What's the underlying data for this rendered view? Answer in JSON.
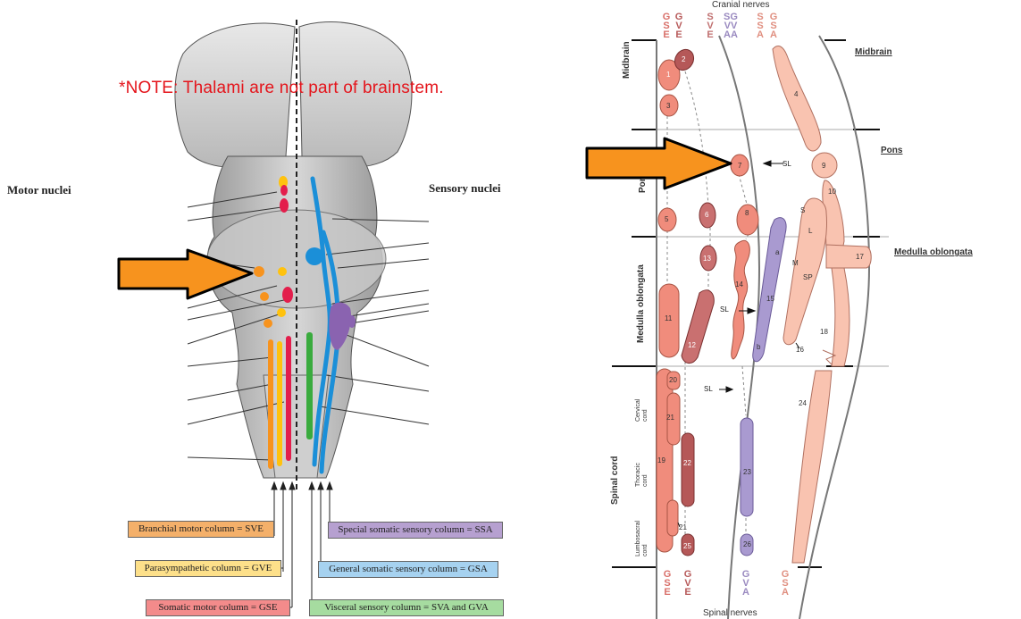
{
  "note_text": "*NOTE: Thalami are not part of brainstem.",
  "left_panel": {
    "motor_title": "Motor nuclei",
    "sensory_title": "Sensory nuclei",
    "legend": [
      {
        "label": "Branchial motor column = SVE",
        "color": "#f4b06a"
      },
      {
        "label": "Parasympathetic column = GVE",
        "color": "#fde08a"
      },
      {
        "label": "Somatic motor column = GSE",
        "color": "#f38b8b"
      },
      {
        "label": "Special somatic sensory column = SSA",
        "color": "#b6a0d0"
      },
      {
        "label": "General somatic sensory column = GSA",
        "color": "#a6d2f0"
      },
      {
        "label": "Visceral sensory column = SVA and GVA",
        "color": "#a6dca0"
      }
    ],
    "colors": {
      "sve": "#f7931e",
      "gve": "#ffc20e",
      "gse": "#e31e4c",
      "ssa": "#8a63b0",
      "gsa": "#1b8fd8",
      "visceral": "#3aab3e"
    }
  },
  "right_panel": {
    "top_title": "Cranial nerves",
    "bottom_title": "Spinal nerves",
    "top_columns": [
      {
        "letters": [
          "G",
          "S",
          "E"
        ],
        "color": "#d9706a"
      },
      {
        "letters": [
          "G",
          "V",
          "E"
        ],
        "color": "#b75a5a"
      },
      {
        "letters": [
          "S",
          "V",
          "E"
        ],
        "color": "#c07070"
      },
      {
        "letters": [
          "SG",
          "VV",
          "AA"
        ],
        "color": "#9a8ac0"
      },
      {
        "letters": [
          "S",
          "S",
          "A"
        ],
        "color": "#e08f80"
      },
      {
        "letters": [
          "G",
          "S",
          "A"
        ],
        "color": "#e08f80"
      }
    ],
    "bottom_columns": [
      {
        "letters": [
          "G",
          "S",
          "E"
        ],
        "color": "#d9706a"
      },
      {
        "letters": [
          "G",
          "V",
          "E"
        ],
        "color": "#b75a5a"
      },
      {
        "letters": [
          "G",
          "V",
          "A"
        ],
        "color": "#9a8ac0"
      },
      {
        "letters": [
          "G",
          "S",
          "A"
        ],
        "color": "#e08f80"
      }
    ],
    "region_labels": [
      "Midbrain",
      "Pons",
      "Medulla oblongata"
    ],
    "left_region_labels": [
      "Midbrain",
      "Pons",
      "Medulla oblongata",
      "Spinal cord"
    ],
    "cord_labels": [
      "Cervical cord",
      "Thoracic cord",
      "Lumbosacral cord"
    ],
    "sl_label": "SL",
    "nucleus_numbers": [
      "1",
      "2",
      "3",
      "4",
      "5",
      "6",
      "7",
      "8",
      "9",
      "10",
      "11",
      "12",
      "13",
      "14",
      "15",
      "16",
      "17",
      "18",
      "19",
      "20",
      "21",
      "21",
      "22",
      "23",
      "24",
      "25",
      "26"
    ],
    "letter_labels": [
      "S",
      "L",
      "M",
      "SP",
      "a",
      "b"
    ],
    "colors": {
      "gse": "#f08c7c",
      "gve": "#b55858",
      "gva": "#a99ad0",
      "gsa": "#f9c3b0"
    }
  }
}
